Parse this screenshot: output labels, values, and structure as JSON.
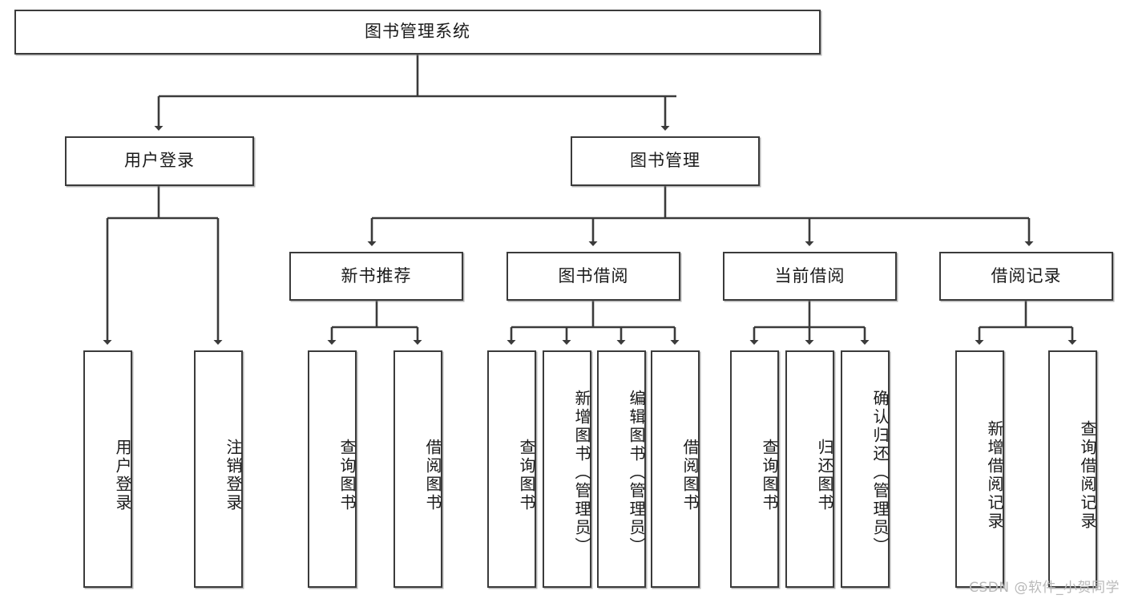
{
  "diagram": {
    "title_node": {
      "label": "图书管理系统"
    },
    "level2": [
      {
        "id": "user-login",
        "label": "用户登录"
      },
      {
        "id": "book-manage",
        "label": "图书管理"
      }
    ],
    "level3": [
      {
        "id": "new-book-recommend",
        "label": "新书推荐"
      },
      {
        "id": "book-borrow",
        "label": "图书借阅"
      },
      {
        "id": "current-borrow",
        "label": "当前借阅"
      },
      {
        "id": "borrow-record",
        "label": "借阅记录"
      }
    ],
    "leaves": [
      {
        "id": "leaf-user-login",
        "label": "用户登录",
        "parent": "user-login"
      },
      {
        "id": "leaf-user-logout",
        "label": "注销登录",
        "parent": "user-login"
      },
      {
        "id": "leaf-query-book-1",
        "label": "查询图书",
        "parent": "new-book-recommend"
      },
      {
        "id": "leaf-borrow-book-1",
        "label": "借阅图书",
        "parent": "new-book-recommend"
      },
      {
        "id": "leaf-query-book-2",
        "label": "查询图书",
        "parent": "book-borrow"
      },
      {
        "id": "leaf-add-book",
        "label": "新增图书（管理员）",
        "parent": "book-borrow"
      },
      {
        "id": "leaf-edit-book",
        "label": "编辑图书（管理员）",
        "parent": "book-borrow"
      },
      {
        "id": "leaf-borrow-book-2",
        "label": "借阅图书",
        "parent": "book-borrow"
      },
      {
        "id": "leaf-query-book-3",
        "label": "查询图书",
        "parent": "current-borrow"
      },
      {
        "id": "leaf-return-book",
        "label": "归还图书",
        "parent": "current-borrow"
      },
      {
        "id": "leaf-confirm-return",
        "label": "确认归还（管理员）",
        "parent": "current-borrow"
      },
      {
        "id": "leaf-add-record",
        "label": "新增借阅记录",
        "parent": "borrow-record"
      },
      {
        "id": "leaf-query-record",
        "label": "查询借阅记录",
        "parent": "borrow-record"
      }
    ],
    "watermark": "CSDN @软件_小贺同学",
    "colors": {
      "stroke": "#3b3b3b",
      "text": "#1a1a1a",
      "background": "#ffffff",
      "watermark": "#b9b9b9"
    }
  }
}
